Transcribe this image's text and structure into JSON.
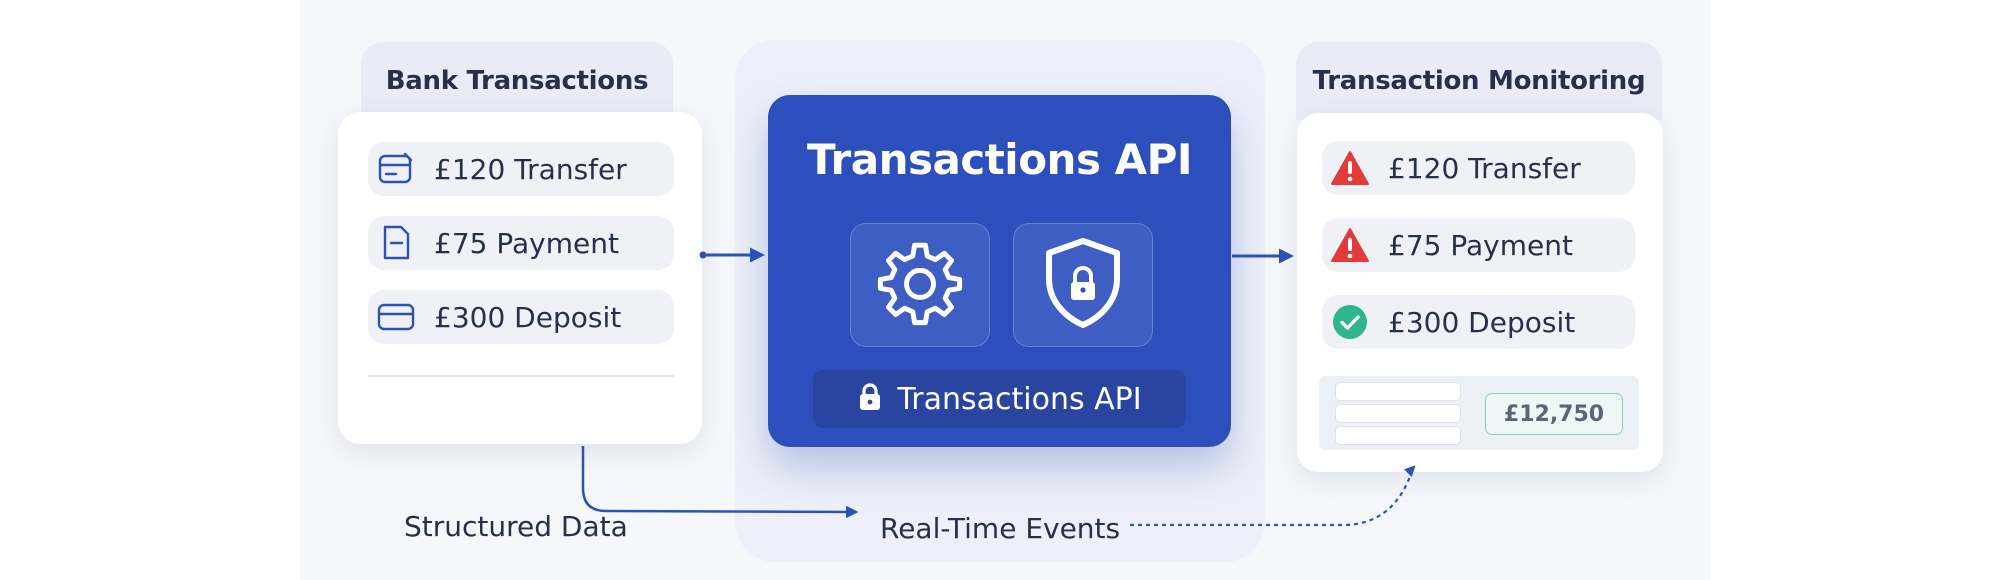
{
  "colors": {
    "api_blue": "#2d4fbd",
    "connector_blue": "#2a53b5",
    "alert_red": "#e23b3b",
    "success_green": "#2fb58c"
  },
  "bank": {
    "title": "Bank Transactions",
    "items": [
      {
        "label": "£120 Transfer",
        "icon": "card-icon"
      },
      {
        "label": "£75 Payment",
        "icon": "document-icon"
      },
      {
        "label": "£300 Deposit",
        "icon": "card-icon"
      }
    ]
  },
  "api": {
    "title": "Transactions API",
    "footer_label": "Transactions API",
    "icons": [
      "gear-icon",
      "shield-lock-icon",
      "lock-icon"
    ]
  },
  "monitoring": {
    "title": "Transaction Monitoring",
    "items": [
      {
        "label": "£120 Transfer",
        "status": "alert",
        "icon": "warning-icon"
      },
      {
        "label": "£75 Payment",
        "status": "alert",
        "icon": "warning-icon"
      },
      {
        "label": "£300 Deposit",
        "status": "ok",
        "icon": "check-circle-icon"
      }
    ],
    "total": "£12,750"
  },
  "captions": {
    "structured": "Structured Data",
    "events": "Real-Time Events"
  }
}
